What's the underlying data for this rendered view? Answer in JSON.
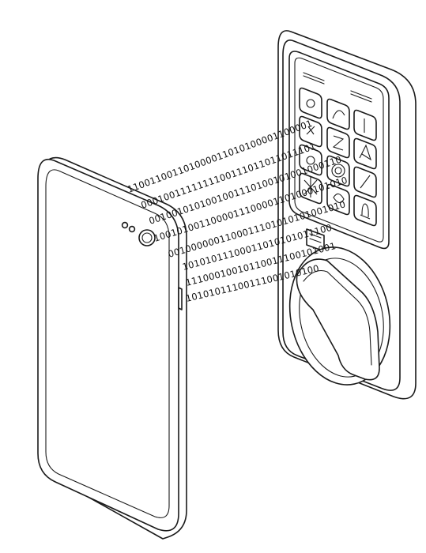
{
  "illustration": {
    "binary_stream": [
      "110011001101000011010100001100001",
      "0001001111111100111011011011101",
      "0010010101001001110100101001000110",
      "1001010011000011100001101000101010",
      "0010000001100011101010101001010",
      "10101011100011010101011100",
      "11100010010110011100101001",
      "10101011100111001010100"
    ],
    "colors": {
      "line": "#1a1a1a",
      "background": "#ffffff"
    },
    "icons": [
      "smartphone-icon",
      "smart-lock-icon",
      "keypad-button-icon",
      "thumb-turn-icon",
      "key-cylinder-icon",
      "bell-icon"
    ]
  }
}
